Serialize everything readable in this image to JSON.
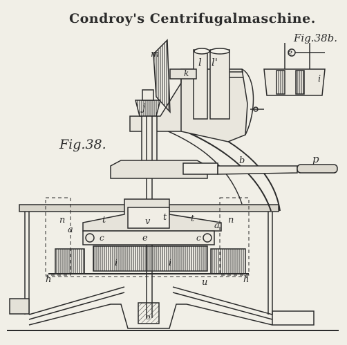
{
  "diagram": {
    "title": "Condroy's Centrifugalmaschine.",
    "figure_main": "Fig.38.",
    "figure_detail": "Fig.38b.",
    "part_labels": {
      "m": "m",
      "k": "k",
      "l": "l",
      "l_prime": "l'",
      "j": "j",
      "b": "b",
      "p": "p",
      "e_detail": "e",
      "i_detail": "i",
      "n_left": "n",
      "n_right": "n",
      "a_left": "a",
      "a_right": "a",
      "t_left": "t",
      "t_mid": "t",
      "t_right": "t",
      "v": "v",
      "e_center": "e",
      "c_left": "c",
      "c_right": "c",
      "i_left": "i",
      "i_right": "i",
      "h_left": "h",
      "h_right": "h",
      "u": "u",
      "o": "o"
    }
  }
}
